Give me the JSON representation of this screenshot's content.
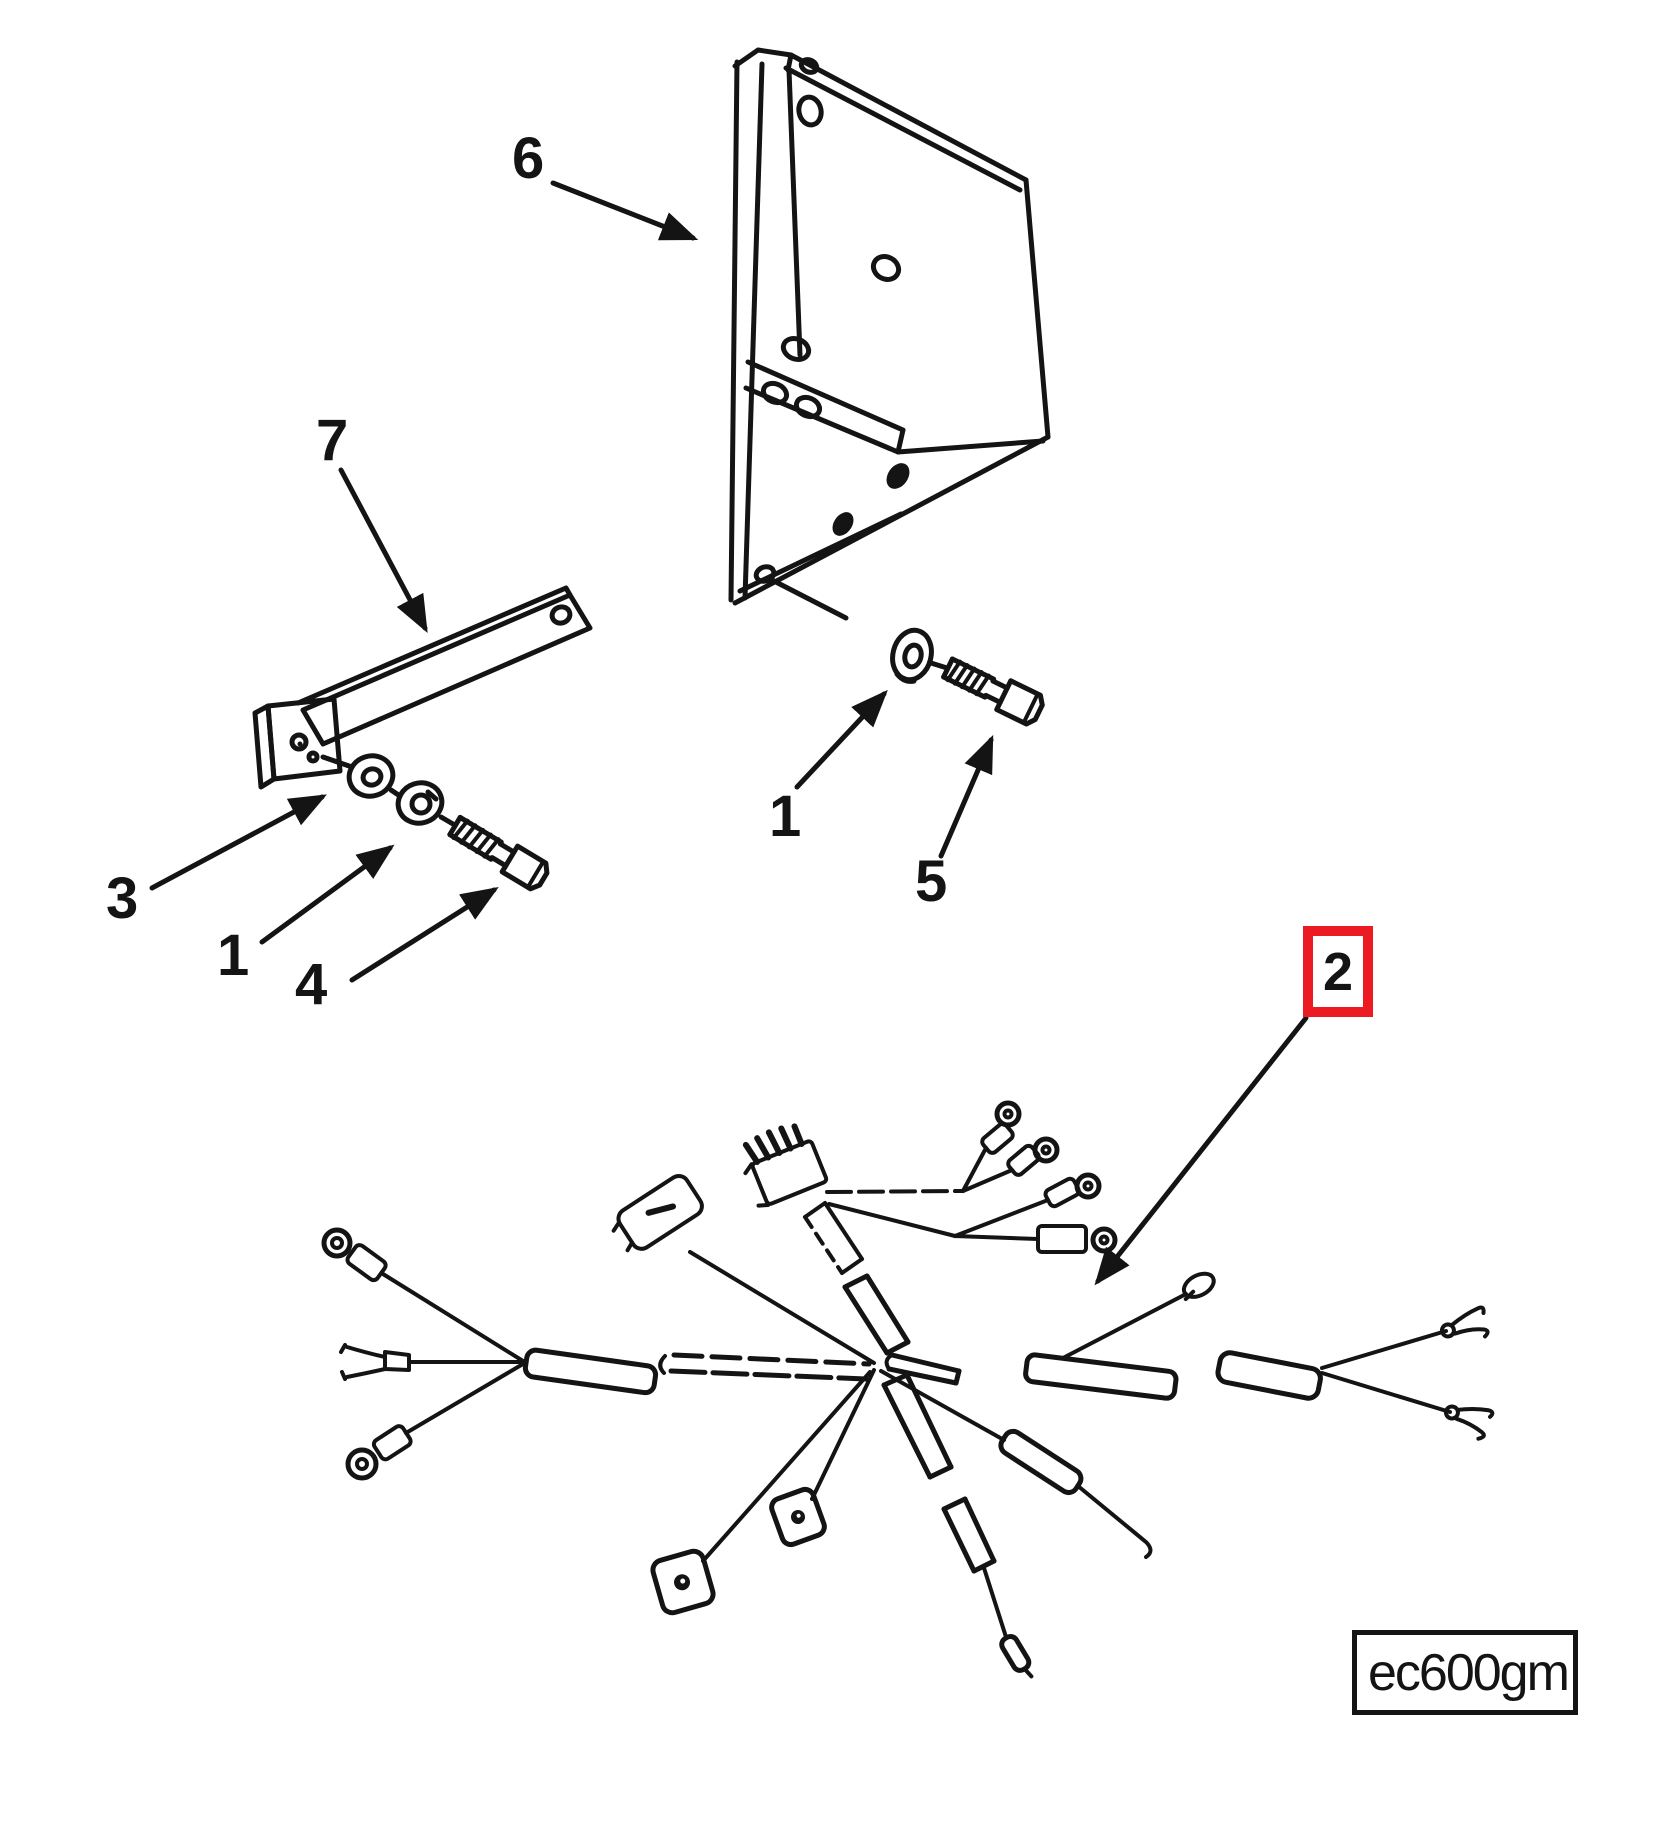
{
  "figure": {
    "type": "exploded-parts-diagram",
    "drawing_code": "ec600gm",
    "colors": {
      "line": "#141414",
      "highlight_red": "#ec1b23",
      "background": "#ffffff"
    },
    "callouts": [
      {
        "id": "callout-6",
        "label": "6",
        "points_to": "mounting-bracket"
      },
      {
        "id": "callout-7",
        "label": "7",
        "points_to": "support-arm"
      },
      {
        "id": "callout-3",
        "label": "3",
        "points_to": "flat-washer"
      },
      {
        "id": "callout-1-left",
        "label": "1",
        "points_to": "lock-washer"
      },
      {
        "id": "callout-4",
        "label": "4",
        "points_to": "hex-bolt"
      },
      {
        "id": "callout-1-center",
        "label": "1",
        "points_to": "lock-washer"
      },
      {
        "id": "callout-5",
        "label": "5",
        "points_to": "hex-bolt"
      },
      {
        "id": "callout-2",
        "label": "2",
        "points_to": "wiring-harness",
        "highlighted": true
      }
    ]
  }
}
